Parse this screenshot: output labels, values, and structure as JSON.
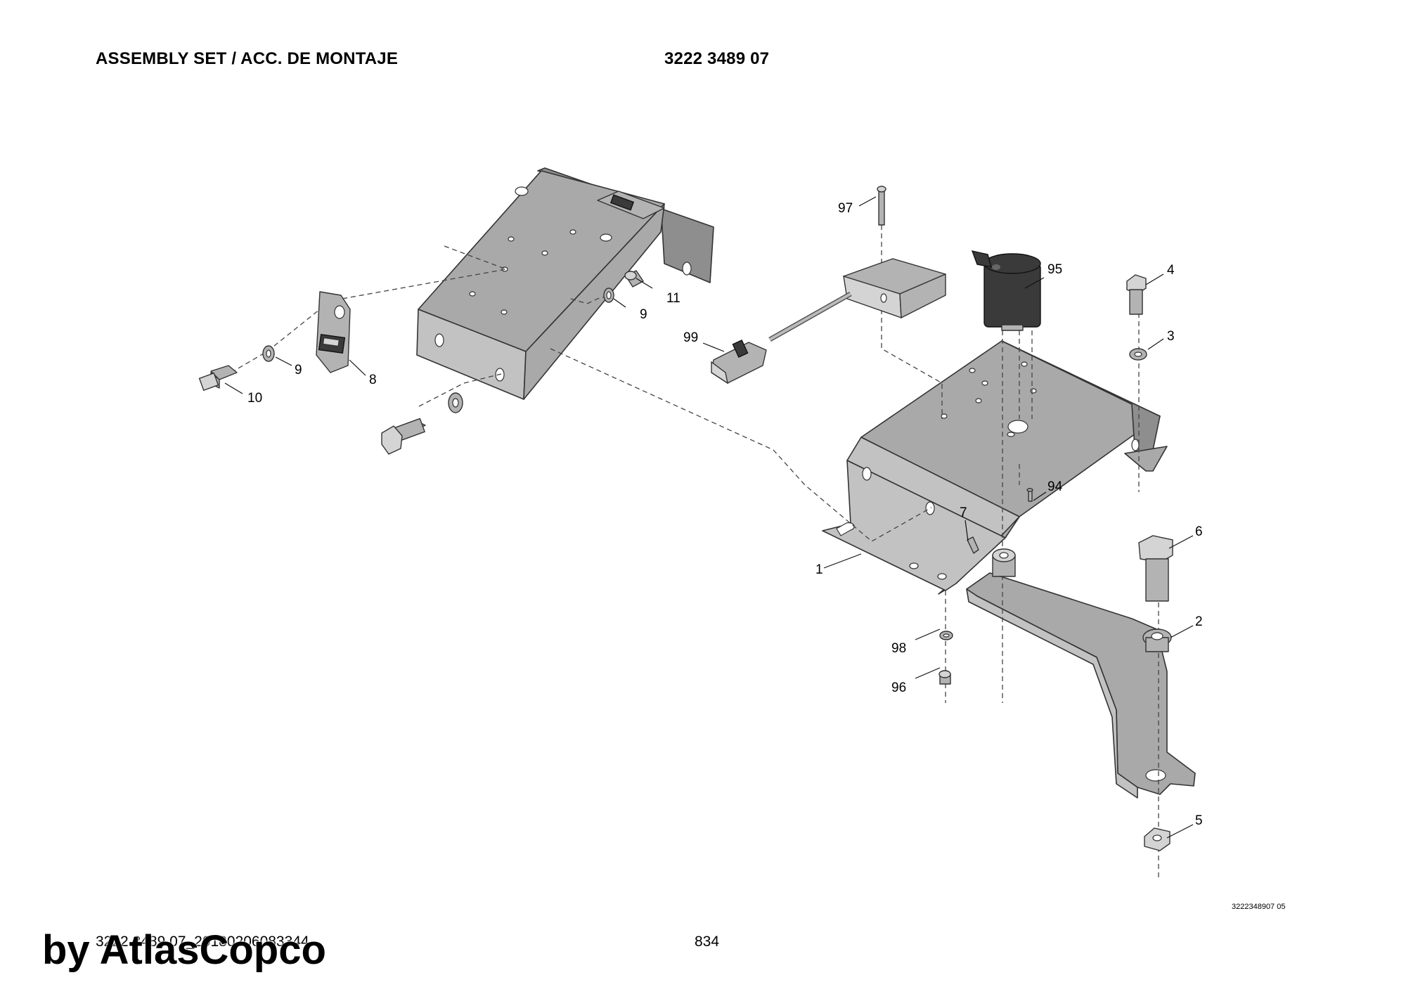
{
  "header": {
    "title": "ASSEMBLY SET / ACC. DE MONTAJE",
    "part_number": "3222 3489 07"
  },
  "drawing": {
    "callouts": [
      {
        "id": "1",
        "label": "1"
      },
      {
        "id": "2",
        "label": "2"
      },
      {
        "id": "3",
        "label": "3"
      },
      {
        "id": "4",
        "label": "4"
      },
      {
        "id": "5",
        "label": "5"
      },
      {
        "id": "6",
        "label": "6"
      },
      {
        "id": "7",
        "label": "7"
      },
      {
        "id": "8",
        "label": "8"
      },
      {
        "id": "9a",
        "label": "9"
      },
      {
        "id": "9b",
        "label": "9"
      },
      {
        "id": "10",
        "label": "10"
      },
      {
        "id": "11",
        "label": "11"
      },
      {
        "id": "94",
        "label": "94"
      },
      {
        "id": "95",
        "label": "95"
      },
      {
        "id": "96",
        "label": "96"
      },
      {
        "id": "97",
        "label": "97"
      },
      {
        "id": "98",
        "label": "98"
      },
      {
        "id": "99",
        "label": "99"
      }
    ],
    "drawing_code": "3222348907 05"
  },
  "footer": {
    "code": "3222 3489 07_20180206083344",
    "page_number": "834"
  },
  "watermark": "by AtlasCopco"
}
